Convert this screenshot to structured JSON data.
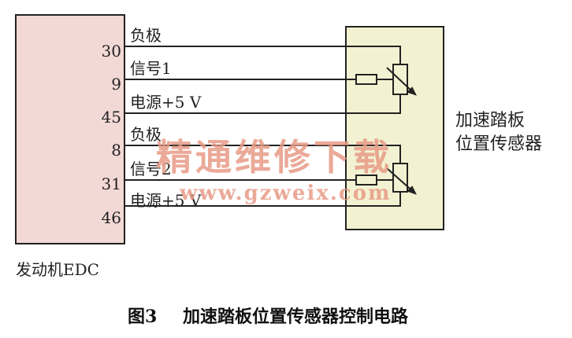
{
  "ecu": {
    "label": "发动机EDC",
    "fill": "#f3d9d6"
  },
  "sensor": {
    "label_line1": "加速踏板",
    "label_line2": "位置传感器",
    "fill": "#f2f2d2"
  },
  "wires": [
    {
      "pin": "30",
      "label": "负极"
    },
    {
      "pin": "9",
      "label": "信号1"
    },
    {
      "pin": "45",
      "label": "电源+5 V"
    },
    {
      "pin": "8",
      "label": "负极"
    },
    {
      "pin": "31",
      "label": "信号2"
    },
    {
      "pin": "46",
      "label": "电源+5 V"
    }
  ],
  "caption": {
    "fig": "图3",
    "text": "加速踏板位置传感器控制电路"
  },
  "watermark": {
    "text": "精通维修下载",
    "url": "www.gzweix.com",
    "color": "#e89a86"
  },
  "line_color": "#222222"
}
